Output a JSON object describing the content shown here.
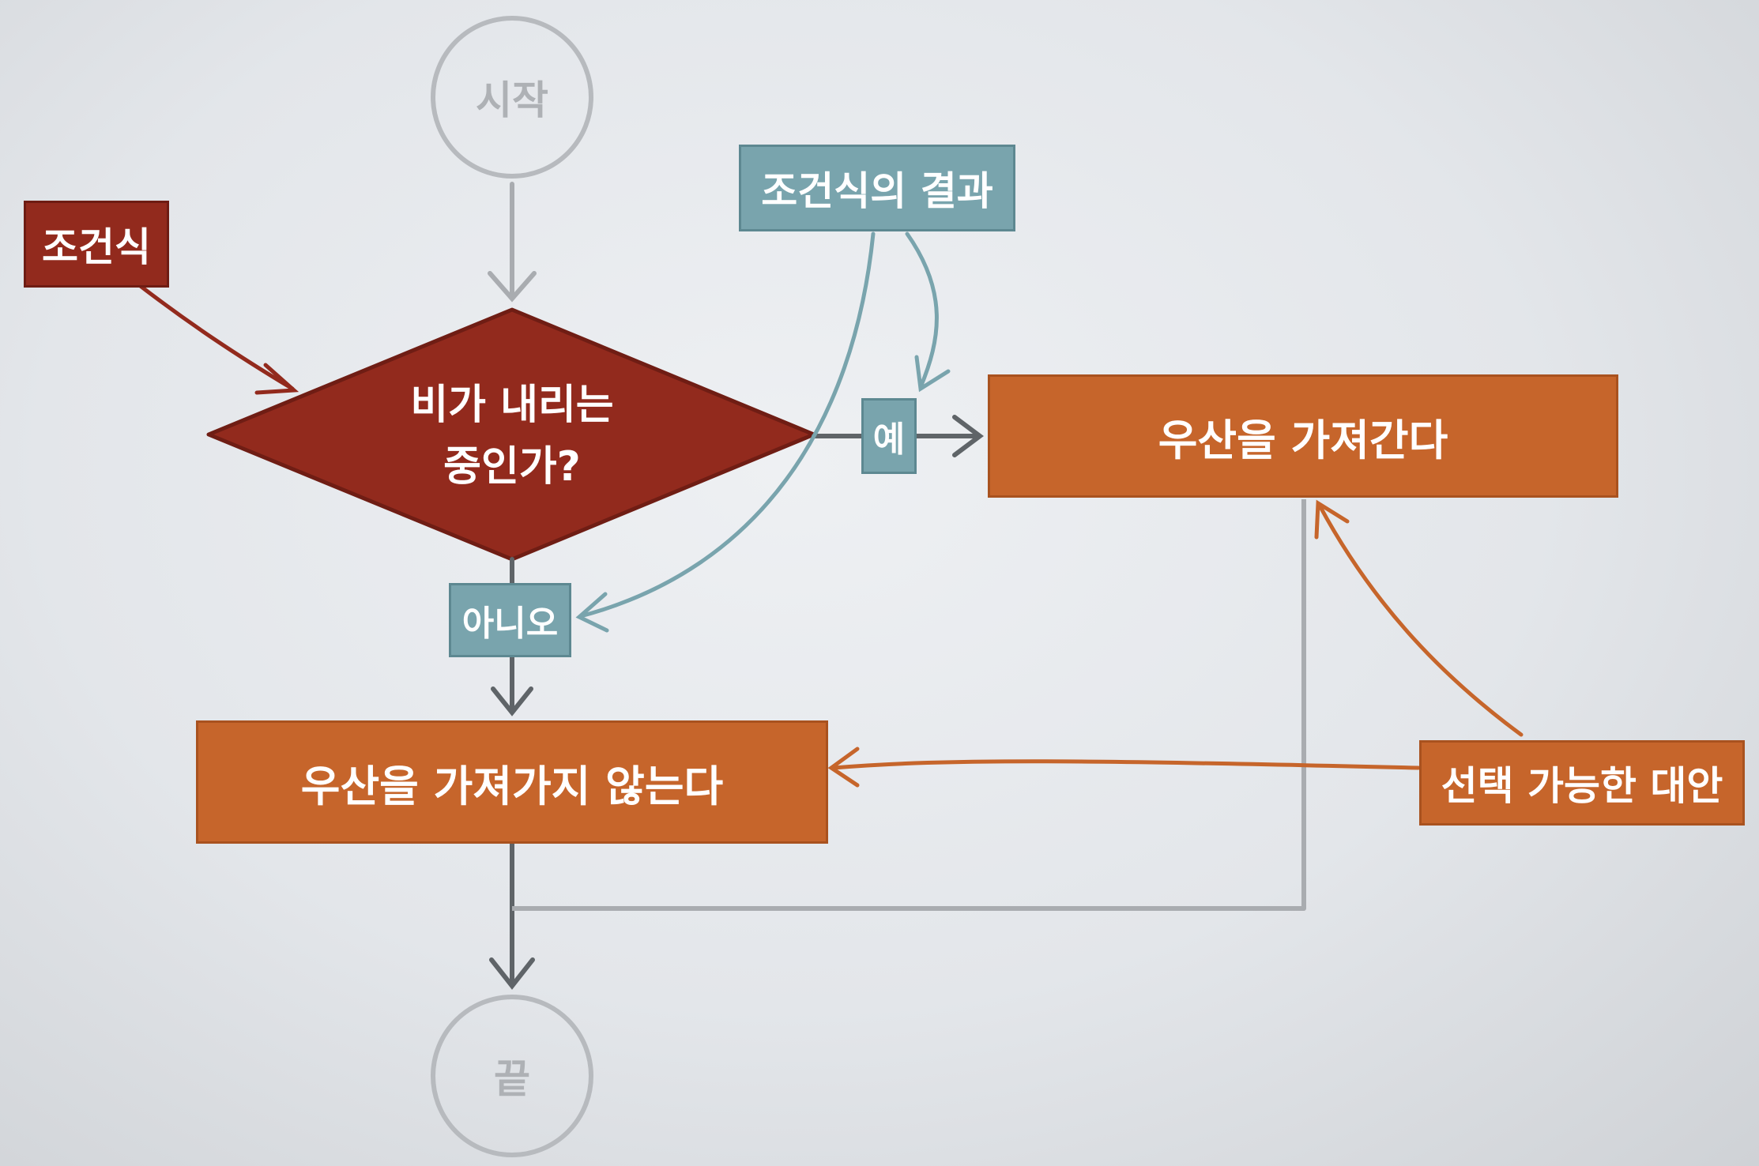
{
  "nodes": {
    "start": "시작",
    "end": "끝",
    "decision_line1": "비가 내리는",
    "decision_line2": "중인가?",
    "yes": "예",
    "no": "아니오",
    "take_umbrella": "우산을 가져간다",
    "no_umbrella": "우산을 가져가지 않는다"
  },
  "labels": {
    "condition": "조건식",
    "condition_result": "조건식의 결과",
    "alternatives": "선택 가능한 대안"
  },
  "colors": {
    "decision": "#922a1d",
    "result_teal": "#79a4ad",
    "action_orange": "#c6652b",
    "flow_gray": "#a9acb0"
  }
}
